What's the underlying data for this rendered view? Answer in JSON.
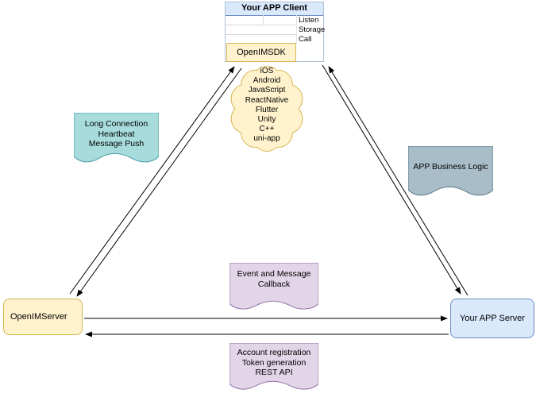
{
  "client": {
    "title": "Your APP Client",
    "rows": [
      "Listen",
      "Storage",
      "Call"
    ],
    "sdk_label": "OpenIMSDK"
  },
  "cloud": {
    "platforms": [
      "iOS",
      "Android",
      "JavaScript",
      "ReactNative",
      "Flutter",
      "Unity",
      "C++",
      "uni-app"
    ]
  },
  "banners": {
    "long_connection": [
      "Long Connection",
      "Heartbeat",
      "Message Push"
    ],
    "business_logic": [
      "APP Business Logic"
    ],
    "event_callback": [
      "Event and Message",
      "Callback"
    ],
    "account_api": [
      "Account registration",
      "Token generation",
      "REST API"
    ]
  },
  "servers": {
    "openim_label": "OpenIMServer",
    "app_label": "Your APP Server"
  },
  "colors": {
    "yellow_fill": "#fff2cc",
    "yellow_stroke": "#d6b656",
    "blue_fill": "#dae8fc",
    "blue_stroke": "#6c8ebf",
    "teal_fill": "#a8dcdc",
    "teal_stroke": "#4a9ea6",
    "gray_fill": "#a9bdc9",
    "gray_stroke": "#5c7b8a",
    "purple_fill": "#e1d5e7",
    "purple_stroke": "#9673a6",
    "arrow": "#000000"
  }
}
